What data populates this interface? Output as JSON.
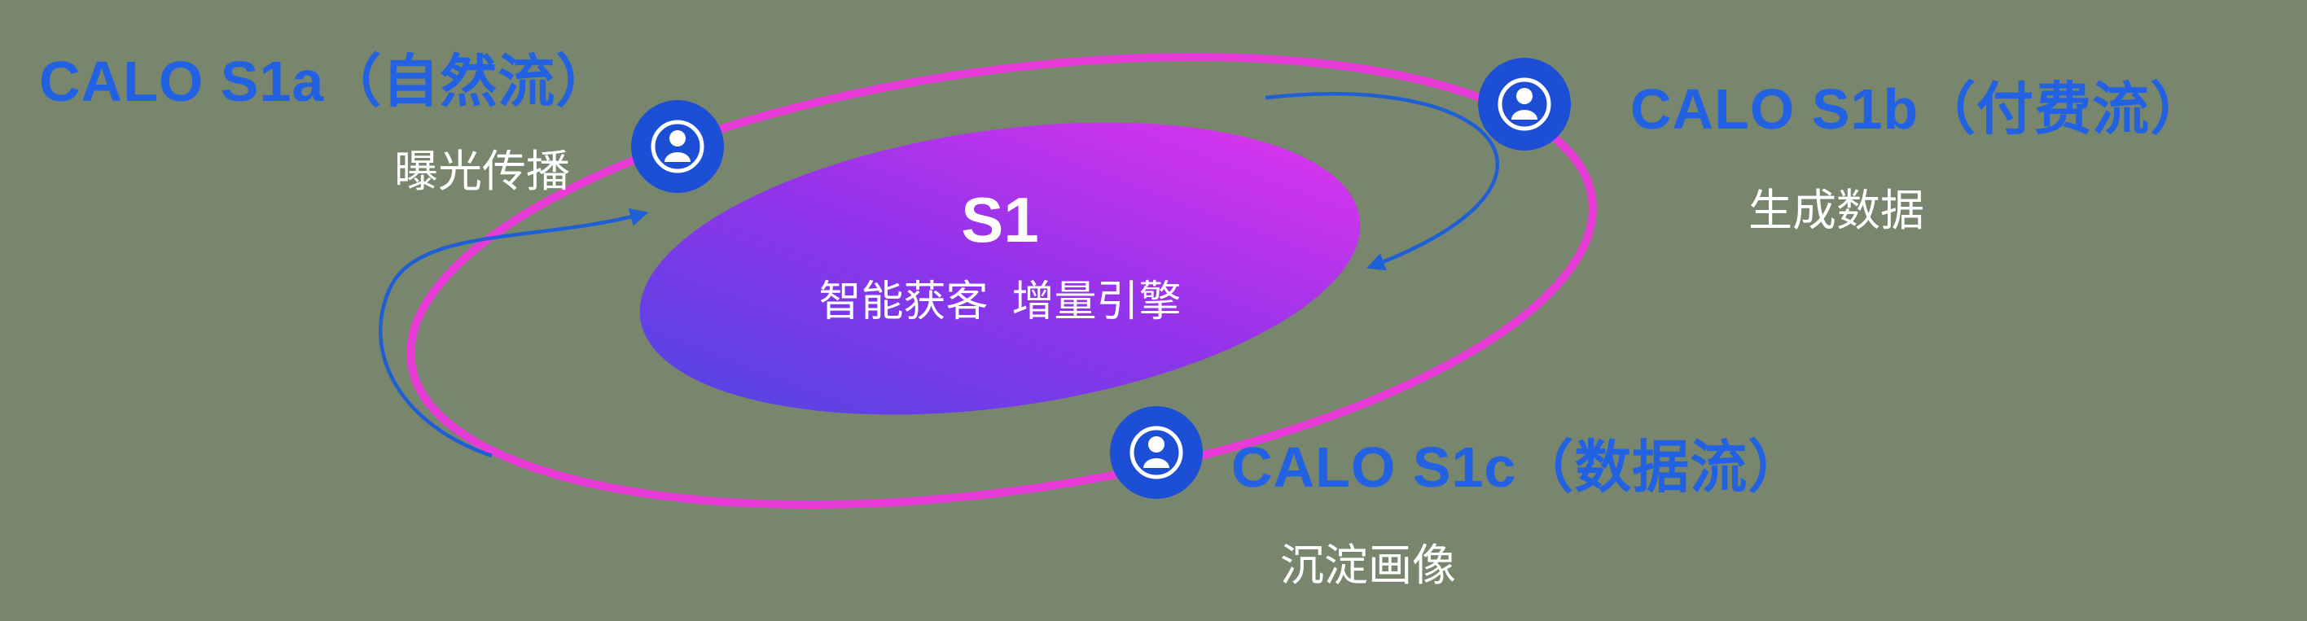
{
  "core": {
    "title": "S1",
    "subtitle": "智能获客  增量引擎"
  },
  "nodes": [
    {
      "id": "s1a",
      "label": "CALO S1a（自然流）",
      "sublabel": "曝光传播",
      "icon": "person-icon"
    },
    {
      "id": "s1b",
      "label": "CALO S1b（付费流）",
      "sublabel": "生成数据",
      "icon": "person-icon"
    },
    {
      "id": "s1c",
      "label": "CALO S1c（数据流）",
      "sublabel": "沉淀画像",
      "icon": "person-icon"
    }
  ],
  "colors": {
    "background": "#78866e",
    "label_blue": "#2262e2",
    "orbit_pink": "#e83ad7",
    "node_blue": "#1d4fd6",
    "arrow_blue": "#1e5fd6",
    "core_gradient_start": "#4f46e5",
    "core_gradient_mid": "#9333ea",
    "core_gradient_end": "#e135ee",
    "text_white": "#ffffff"
  }
}
